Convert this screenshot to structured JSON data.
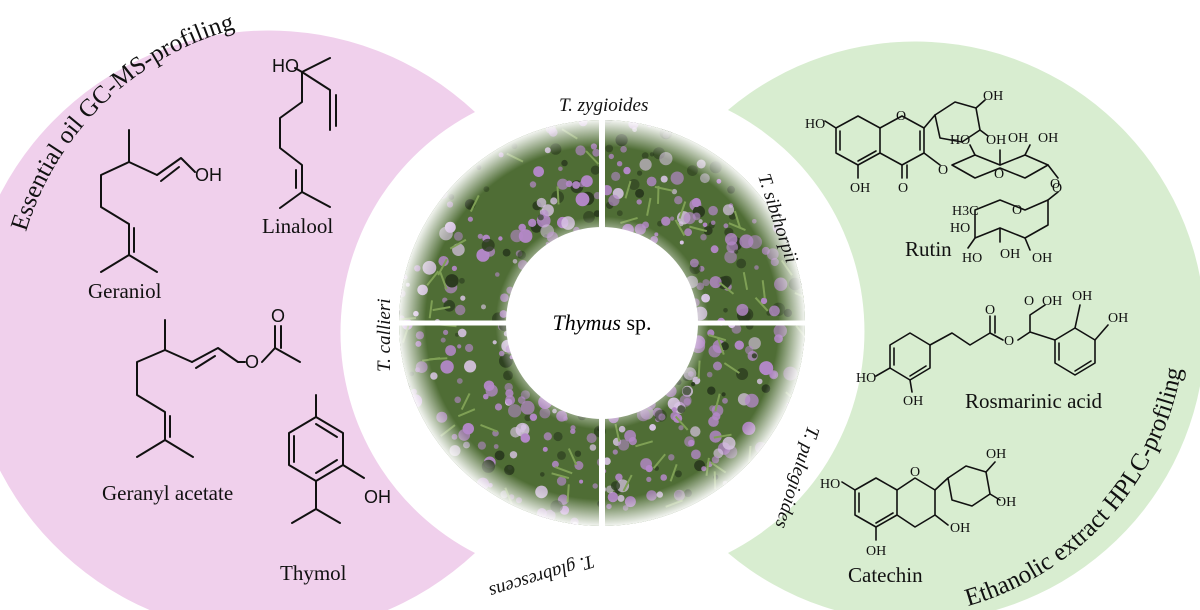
{
  "left_panel": {
    "title": "Essential oil GC-MS-profiling",
    "background_color": "#f0d0ec",
    "compounds": {
      "geraniol": {
        "name": "Geraniol",
        "atoms": [
          "OH"
        ]
      },
      "linalool": {
        "name": "Linalool",
        "atoms": [
          "HO"
        ]
      },
      "geranyl_acetate": {
        "name": "Geranyl acetate",
        "atoms": [
          "O",
          "O"
        ]
      },
      "thymol": {
        "name": "Thymol",
        "atoms": [
          "OH"
        ]
      }
    }
  },
  "right_panel": {
    "title": "Ethanolic extract HPLC-profiling",
    "background_color": "#d8edd0",
    "compounds": {
      "rutin": {
        "name": "Rutin",
        "atoms": [
          "OH",
          "OH",
          "HO",
          "O",
          "O",
          "O",
          "OH",
          "O",
          "HO",
          "O",
          "OH",
          "OH",
          "HO",
          "HO",
          "OH",
          "OH",
          "O",
          "O",
          "H3C"
        ]
      },
      "rosmarinic_acid": {
        "name": "Rosmarinic acid",
        "atoms": [
          "O",
          "OH",
          "OH",
          "OH",
          "O",
          "O",
          "HO",
          "OH"
        ]
      },
      "catechin": {
        "name": "Catechin",
        "atoms": [
          "OH",
          "OH",
          "HO",
          "O",
          "OH",
          "OH"
        ]
      }
    }
  },
  "center": {
    "genus": "Thymus",
    "suffix": " sp.",
    "species": {
      "top": "T. zygioides",
      "right": "T. sibthorpii",
      "left": "T. callieri",
      "bottom_left": "T. glabrescens",
      "bottom_right": "T. pulegioides"
    },
    "photo_colors": {
      "flower": "#b488c8",
      "leaf": "#4f6d35",
      "dark": "#2a3a1e"
    }
  }
}
